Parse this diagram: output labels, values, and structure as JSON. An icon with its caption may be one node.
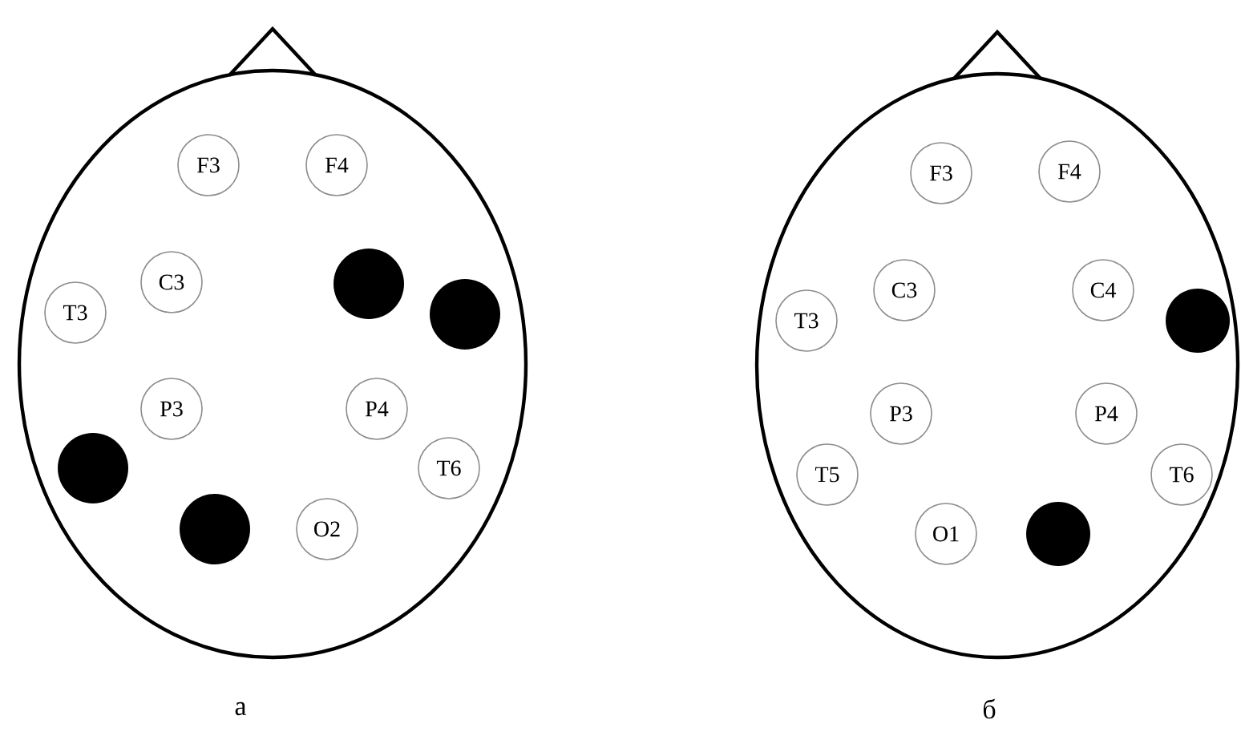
{
  "diagram": {
    "nodes": [
      {
        "text": [],
        "shape": "ellipse",
        "beside": [
          "а"
        ]
      },
      {
        "text": [
          "F3"
        ],
        "in": 0
      },
      {
        "text": [
          "F4"
        ],
        "in": 0
      },
      {
        "text": [
          "C3"
        ],
        "in": 0
      },
      {
        "text": [],
        "shape": "circle",
        "in": 0
      },
      {
        "text": [
          "T3"
        ],
        "in": 0
      },
      {
        "text": [],
        "shape": "circle",
        "in": 0
      },
      {
        "text": [
          "P3"
        ],
        "in": 0
      },
      {
        "text": [
          "P4"
        ],
        "in": 0
      },
      {
        "text": [],
        "shape": "circle",
        "in": 0
      },
      {
        "text": [
          "T6"
        ],
        "in": 0
      },
      {
        "text": [],
        "shape": "circle",
        "in": 0
      },
      {
        "text": [
          "O2"
        ],
        "in": 0
      },
      {
        "text": [],
        "shape": "ellipse",
        "beside": [
          "б"
        ]
      },
      {
        "text": [
          "F3"
        ],
        "in": 13
      },
      {
        "text": [
          "F4"
        ],
        "in": 13
      },
      {
        "text": [
          "C3"
        ],
        "in": 13
      },
      {
        "text": [
          "C4"
        ],
        "in": 13
      },
      {
        "text": [
          "T3"
        ],
        "in": 13
      },
      {
        "text": [],
        "shape": "circle",
        "in": 13
      },
      {
        "text": [
          "P3"
        ],
        "in": 13
      },
      {
        "text": [
          "P4"
        ],
        "in": 13
      },
      {
        "text": [
          "T5"
        ],
        "in": 13
      },
      {
        "text": [
          "T6"
        ],
        "in": 13
      },
      {
        "text": [
          "O1"
        ],
        "in": 13
      },
      {
        "text": [],
        "shape": "circle",
        "in": 13
      }
    ]
  }
}
